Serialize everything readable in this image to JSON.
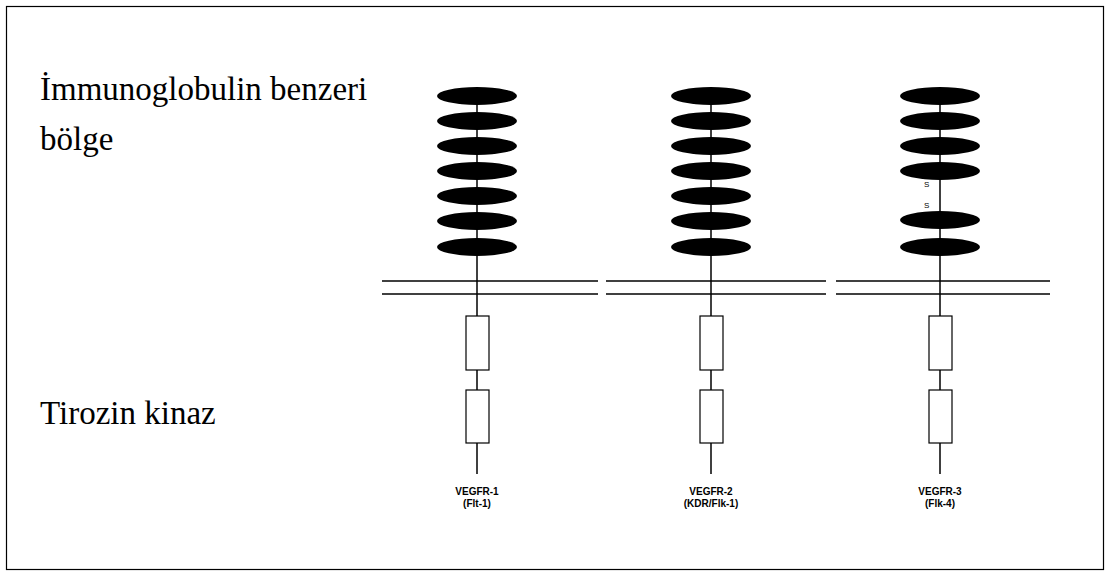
{
  "diagram": {
    "labels": [
      "İmmunoglobulin benzeri bölge",
      "Tirozin kinaz",
      "S",
      "S",
      "VEGFR-1",
      "(Flt-1)",
      "VEGFR-2",
      "(KDR/Flk-1)",
      "VEGFR-3",
      "(Flk-4)"
    ]
  }
}
